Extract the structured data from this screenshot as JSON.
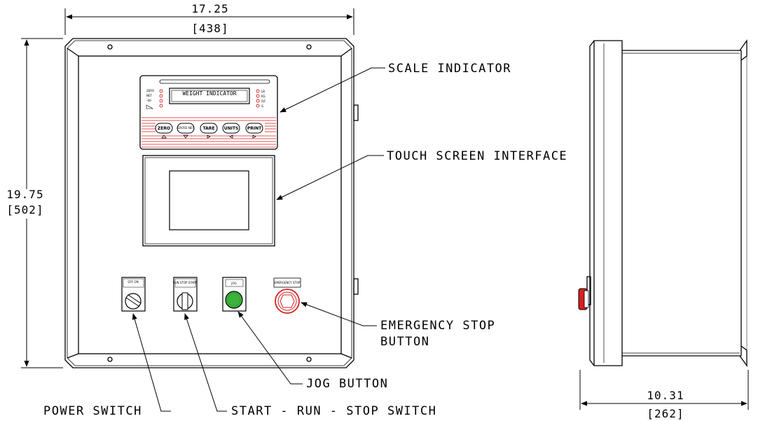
{
  "dimensions": {
    "width_in": "17.25",
    "width_mm": "[438]",
    "height_in": "19.75",
    "height_mm": "[502]",
    "depth_in": "10.31",
    "depth_mm": "[262]"
  },
  "callouts": {
    "scale_indicator": "SCALE INDICATOR",
    "touch_screen": "TOUCH SCREEN INTERFACE",
    "emergency_stop_line1": "EMERGENCY STOP",
    "emergency_stop_line2": "BUTTON",
    "jog_button": "JOG BUTTON",
    "power_switch": "POWER SWITCH",
    "start_run_stop": "START - RUN - STOP SWITCH"
  },
  "indicator": {
    "display_text": "WEIGHT INDICATOR",
    "keys": [
      "ZERO",
      "GROSS NET",
      "TARE",
      "UNITS",
      "PRINT"
    ],
    "left_status": [
      "ZERO",
      "NET",
      "-00-",
      ""
    ],
    "right_status": [
      "LB",
      "KG",
      "OZ",
      "G"
    ]
  },
  "switch_plates": {
    "power": "OFF  ON",
    "start_run_stop": "RUN STOP START",
    "jog": "JOG",
    "emergency": "EMERGENCY STOP"
  },
  "colors": {
    "line": "#000000",
    "accent_red": "#d62020",
    "jog_green": "#3cb33c"
  }
}
